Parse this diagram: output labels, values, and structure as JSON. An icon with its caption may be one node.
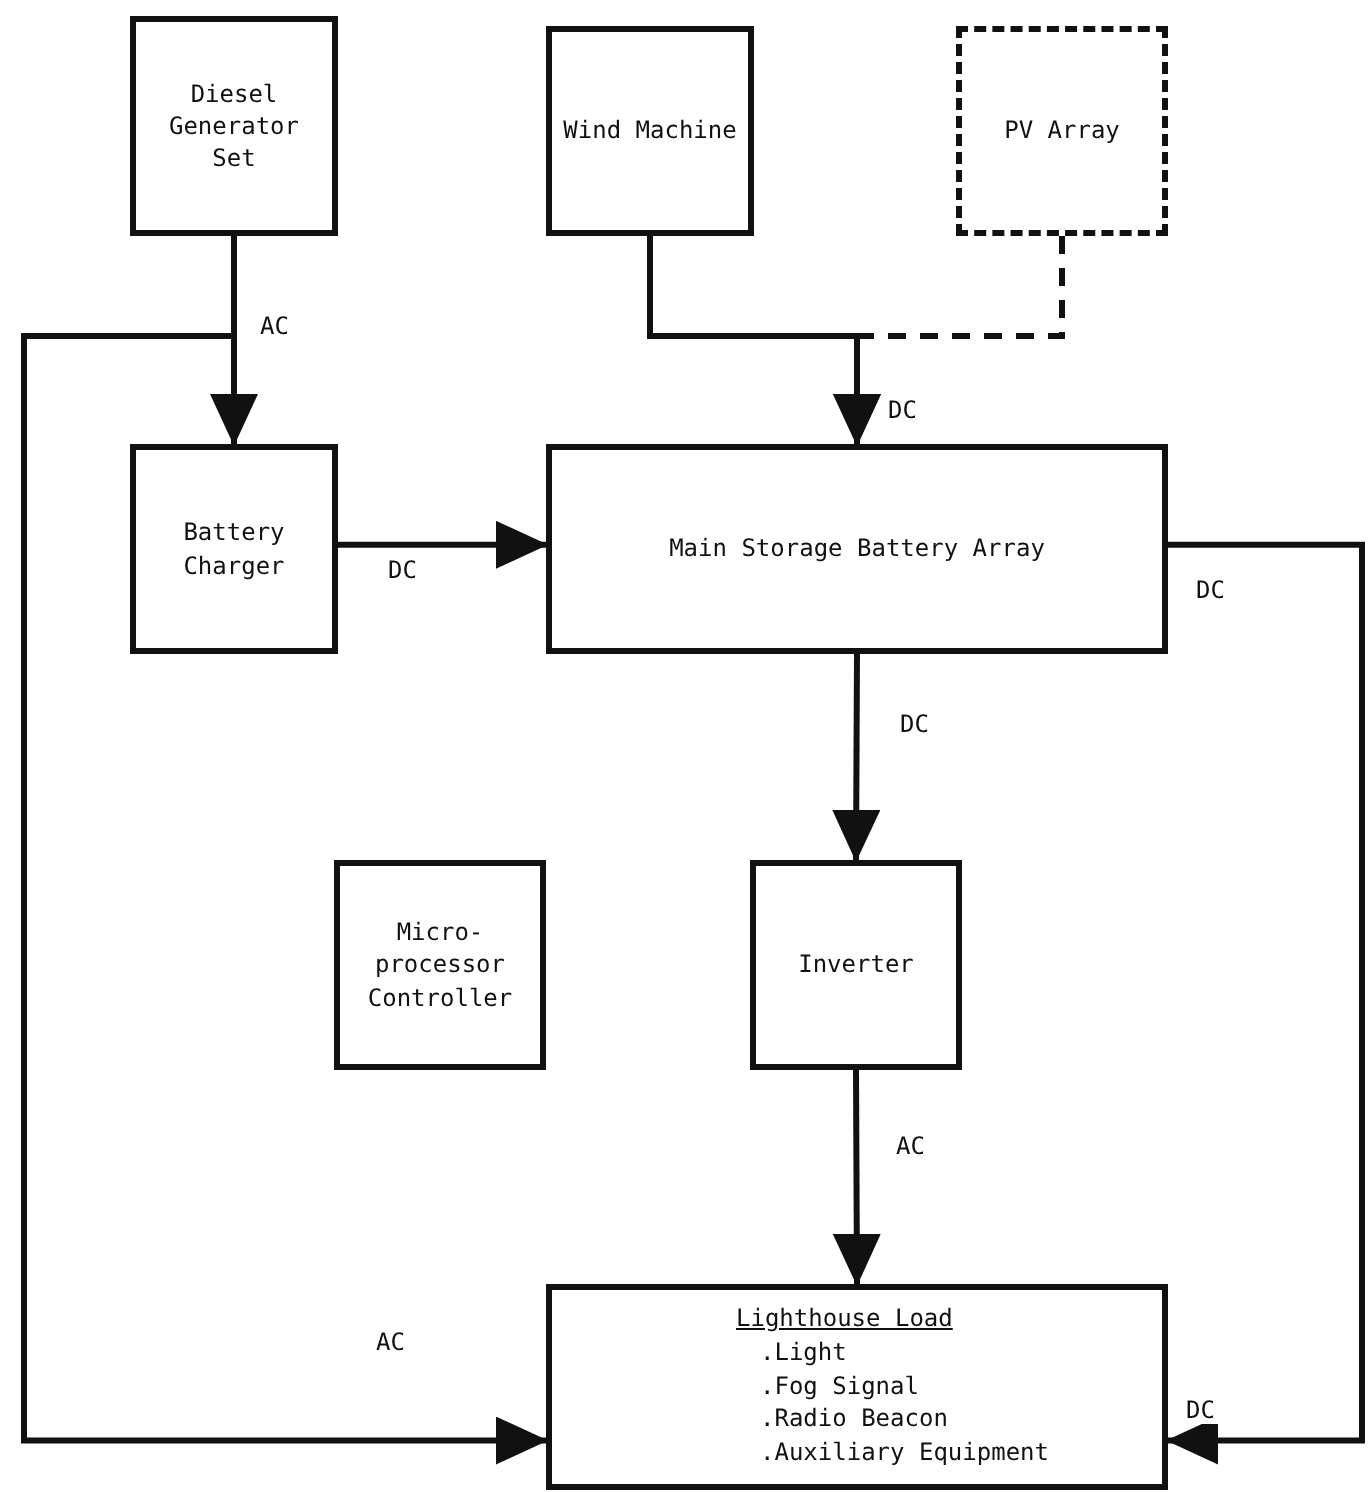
{
  "diagram": {
    "nodes": [
      {
        "text": [
          "Diesel Generator Set"
        ]
      },
      {
        "text": [
          "Wind Machine"
        ]
      },
      {
        "text": [
          "PV Array"
        ]
      },
      {
        "text": [
          "Battery Charger"
        ]
      },
      {
        "text": [
          "Main Storage Battery Array"
        ]
      },
      {
        "text": [
          "Micro- processor Controller"
        ]
      },
      {
        "text": [
          "Inverter"
        ]
      },
      {
        "text": [
          "Lighthouse Load",
          ".Light",
          ".Fog Signal",
          ".Radio Beacon",
          ".Auxiliary Equipment"
        ]
      }
    ],
    "edges": [
      {
        "from": 0,
        "to": 3,
        "arrow": "to",
        "label": "AC"
      },
      {
        "from": 1,
        "to": 4,
        "arrow": "to",
        "label": "DC"
      },
      {
        "from": 2,
        "to": 4,
        "arrow": "to",
        "style": "dashed"
      },
      {
        "from": 3,
        "to": 4,
        "arrow": "to",
        "label": "DC"
      },
      {
        "from": 4,
        "to": 6,
        "arrow": "to",
        "label": "DC"
      },
      {
        "from": 6,
        "to": 7,
        "arrow": "to",
        "label": "AC"
      },
      {
        "from": 0,
        "to": 7,
        "arrow": "to",
        "label": "AC"
      },
      {
        "from": 4,
        "to": 7,
        "arrow": "to",
        "label": "DC"
      }
    ],
    "labels": [
      "DC"
    ]
  }
}
